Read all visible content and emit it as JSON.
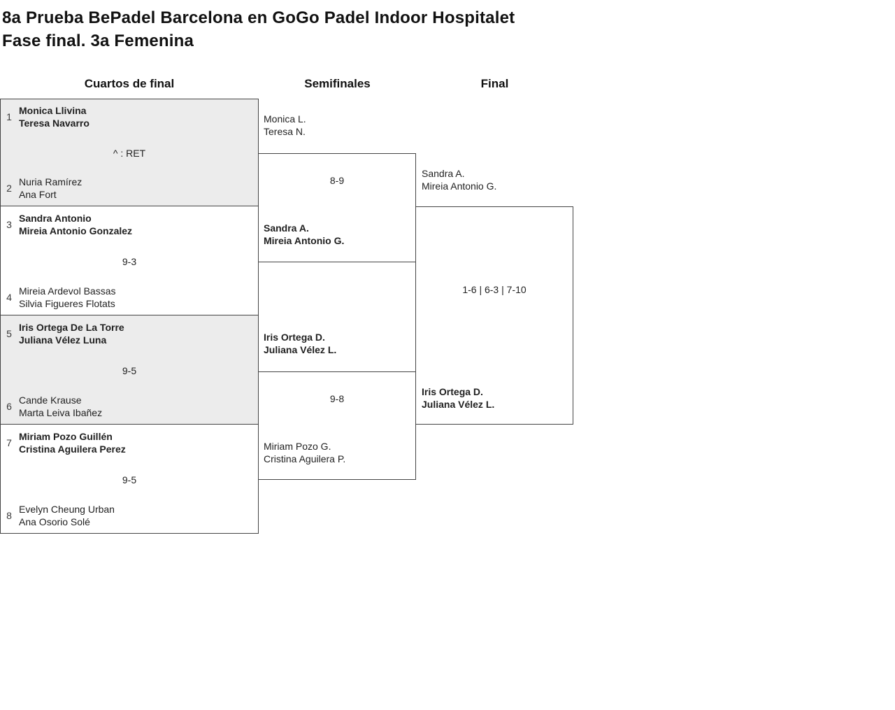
{
  "title": {
    "line1": "8a Prueba BePadel Barcelona en GoGo Padel Indoor Hospitalet",
    "line2": "Fase final. 3a Femenina"
  },
  "round_headers": {
    "quarterfinals": "Cuartos de final",
    "semifinals": "Semifinales",
    "final": "Final"
  },
  "quarterfinals": [
    {
      "top_seed": "1",
      "top": {
        "player1": "Monica Llivina",
        "player2": "Teresa Navarro",
        "winner": true
      },
      "score": "^ : RET",
      "bottom_seed": "2",
      "bottom": {
        "player1": "Nuria Ramírez",
        "player2": "Ana Fort",
        "winner": false
      }
    },
    {
      "top_seed": "3",
      "top": {
        "player1": "Sandra Antonio",
        "player2": "Mireia Antonio Gonzalez",
        "winner": true
      },
      "score": "9-3",
      "bottom_seed": "4",
      "bottom": {
        "player1": "Mireia Ardevol Bassas",
        "player2": "Silvia Figueres Flotats",
        "winner": false
      }
    },
    {
      "top_seed": "5",
      "top": {
        "player1": "Iris Ortega De La Torre",
        "player2": "Juliana Vélez Luna",
        "winner": true
      },
      "score": "9-5",
      "bottom_seed": "6",
      "bottom": {
        "player1": "Cande Krause",
        "player2": "Marta Leiva Ibañez",
        "winner": false
      }
    },
    {
      "top_seed": "7",
      "top": {
        "player1": "Miriam Pozo Guillén",
        "player2": "Cristina Aguilera Perez",
        "winner": true
      },
      "score": "9-5",
      "bottom_seed": "8",
      "bottom": {
        "player1": "Evelyn Cheung Urban",
        "player2": "Ana Osorio Solé",
        "winner": false
      }
    }
  ],
  "semifinals": [
    {
      "top": {
        "player1": "Monica L.",
        "player2": "Teresa N.",
        "winner": false
      },
      "score": "8-9",
      "bottom": {
        "player1": "Sandra A.",
        "player2": "Mireia Antonio G.",
        "winner": true
      }
    },
    {
      "top": {
        "player1": "Iris Ortega D.",
        "player2": "Juliana Vélez L.",
        "winner": true
      },
      "score": "9-8",
      "bottom": {
        "player1": "Miriam Pozo G.",
        "player2": "Cristina Aguilera P.",
        "winner": false
      }
    }
  ],
  "final": {
    "top": {
      "player1": "Sandra A.",
      "player2": "Mireia Antonio G.",
      "winner": false
    },
    "score": "1-6 | 6-3 | 7-10",
    "bottom": {
      "player1": "Iris Ortega D.",
      "player2": "Juliana Vélez L.",
      "winner": true
    }
  }
}
